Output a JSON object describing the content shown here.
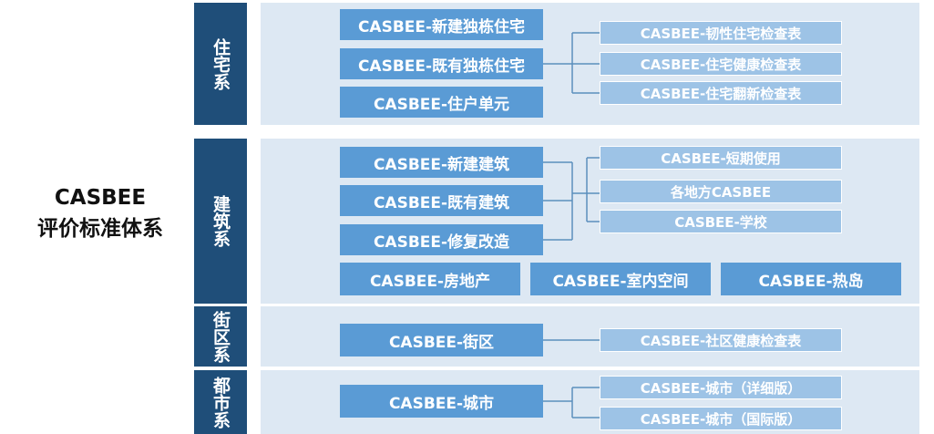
{
  "title": {
    "line1": "CASBEE",
    "line2": "评价标准体系"
  },
  "categories": {
    "residential": "住宅系",
    "building": "建筑系",
    "district": "街区系",
    "urban": "都市系"
  },
  "residential": {
    "tools": [
      "CASBEE-新建独栋住宅",
      "CASBEE-既有独栋住宅",
      "CASBEE-住户单元"
    ],
    "checklists": [
      "CASBEE-韧性住宅检查表",
      "CASBEE-住宅健康检查表",
      "CASBEE-住宅翻新检查表"
    ]
  },
  "building": {
    "tools": [
      "CASBEE-新建建筑",
      "CASBEE-既有建筑",
      "CASBEE-修复改造"
    ],
    "variants": [
      "CASBEE-短期使用",
      "各地方CASBEE",
      "CASBEE-学校"
    ],
    "others": [
      "CASBEE-房地产",
      "CASBEE-室内空间",
      "CASBEE-热岛"
    ]
  },
  "district": {
    "tools": [
      "CASBEE-街区"
    ],
    "checklists": [
      "CASBEE-社区健康检查表"
    ]
  },
  "urban": {
    "tools": [
      "CASBEE-城市"
    ],
    "versions": [
      "CASBEE-城市（详细版）",
      "CASBEE-城市（国际版）"
    ]
  },
  "colors": {
    "category_bg": "#1f4e79",
    "panel_bg": "#dde8f3",
    "primary_box": "#5a9bd5",
    "secondary_box": "#9dc3e6",
    "connector": "#5b8fbd"
  }
}
